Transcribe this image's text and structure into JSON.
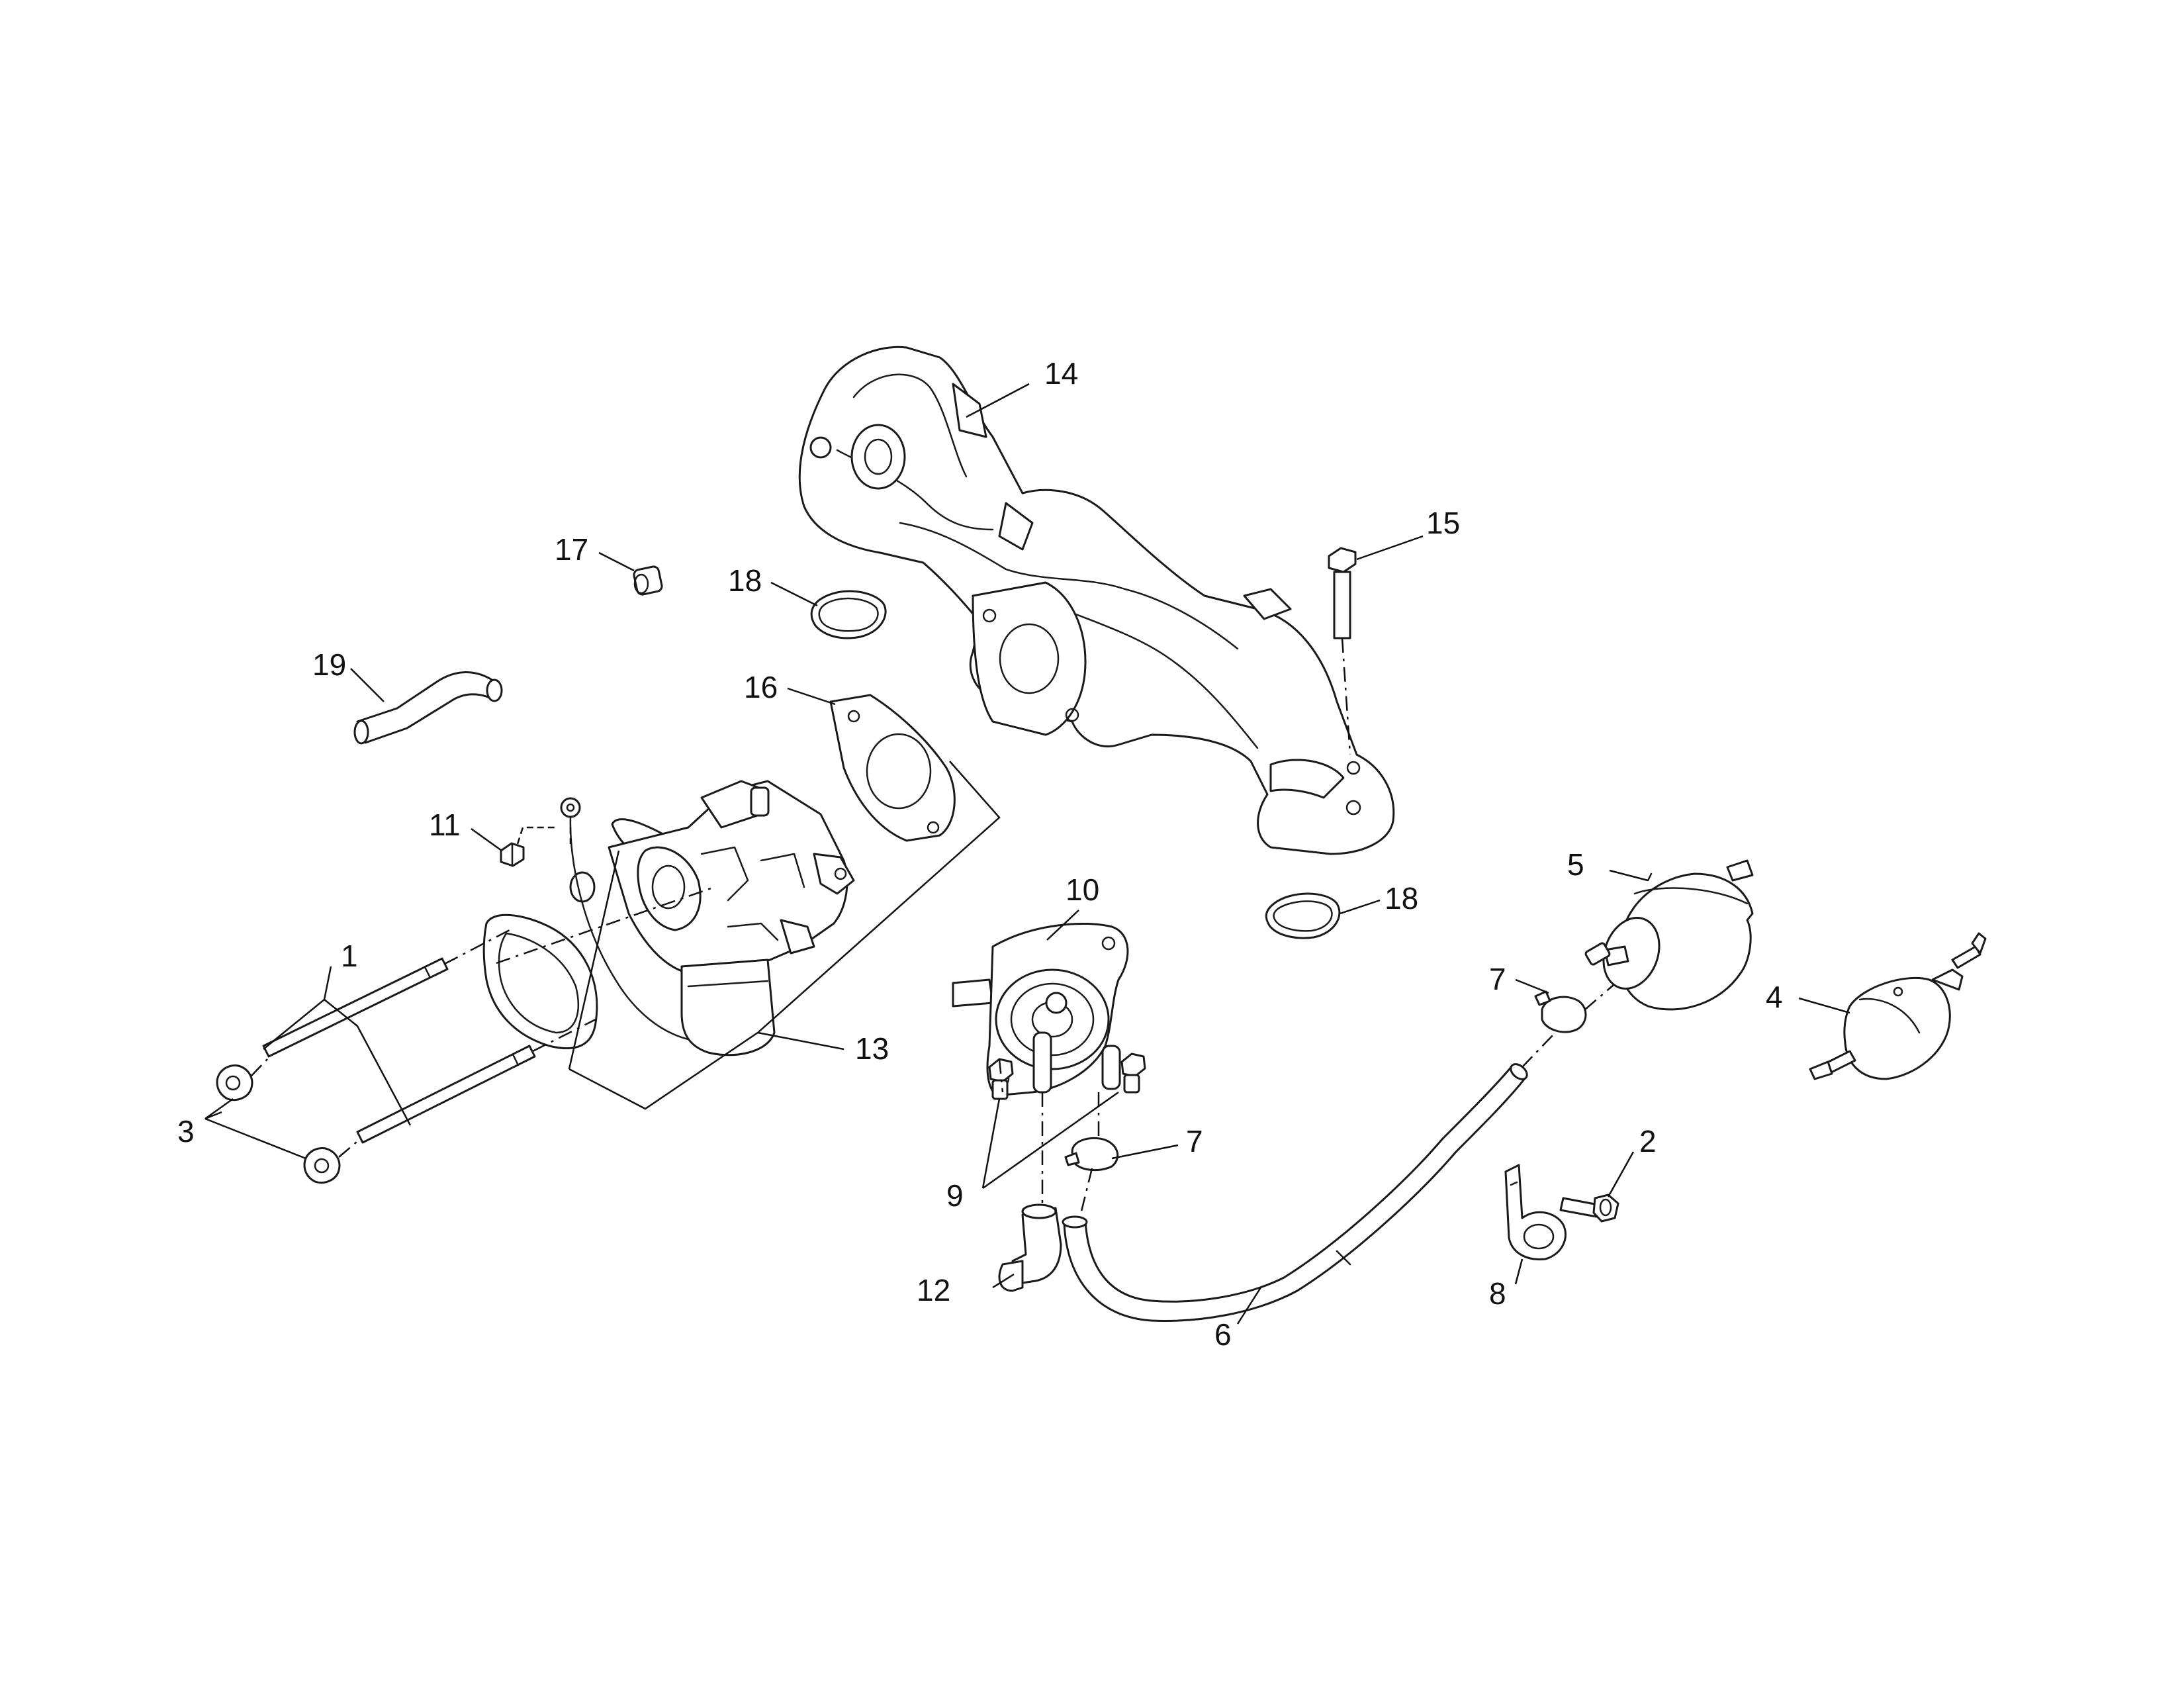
{
  "callouts": {
    "c1": "1",
    "c2": "2",
    "c3": "3",
    "c4": "4",
    "c5": "5",
    "c6": "6",
    "c7a": "7",
    "c7b": "7",
    "c8": "8",
    "c9": "9",
    "c10": "10",
    "c11": "11",
    "c12": "12",
    "c13": "13",
    "c14": "14",
    "c15": "15",
    "c16": "16",
    "c17": "17",
    "c18a": "18",
    "c18b": "18",
    "c19": "19"
  },
  "colors": {
    "line": "#1a1a1a",
    "background": "#ffffff",
    "shade": "#f1f1f1"
  }
}
